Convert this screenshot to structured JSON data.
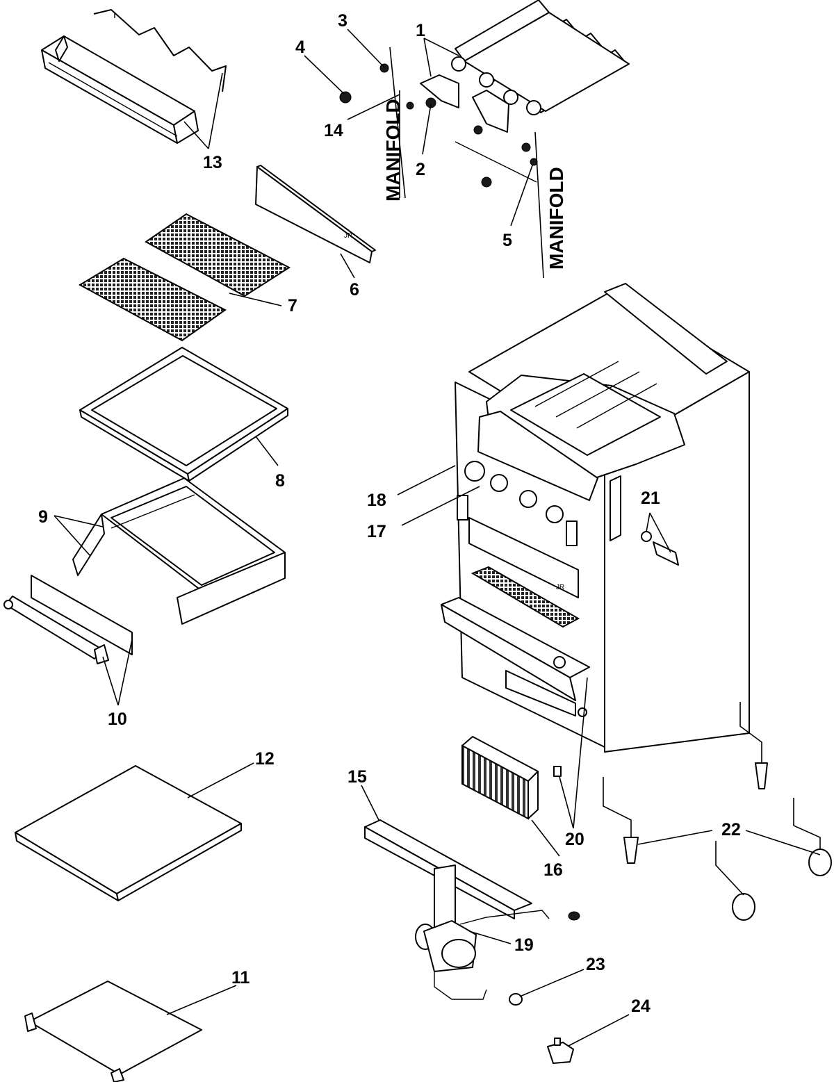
{
  "callouts": {
    "c1": "1",
    "c2": "2",
    "c3": "3",
    "c4": "4",
    "c5": "5",
    "c6": "6",
    "c7": "7",
    "c8": "8",
    "c9": "9",
    "c10": "10",
    "c11": "11",
    "c12": "12",
    "c13": "13",
    "c14": "14",
    "c15": "15",
    "c16": "16",
    "c17": "17",
    "c18": "18",
    "c19": "19",
    "c20": "20",
    "c21": "21",
    "c22": "22",
    "c23": "23",
    "c24": "24"
  },
  "labels": {
    "manifold_left": "MANIFOLD",
    "manifold_right": "MANIFOLD",
    "stamp_panel": "JR",
    "stamp_cabinet": "JR"
  }
}
